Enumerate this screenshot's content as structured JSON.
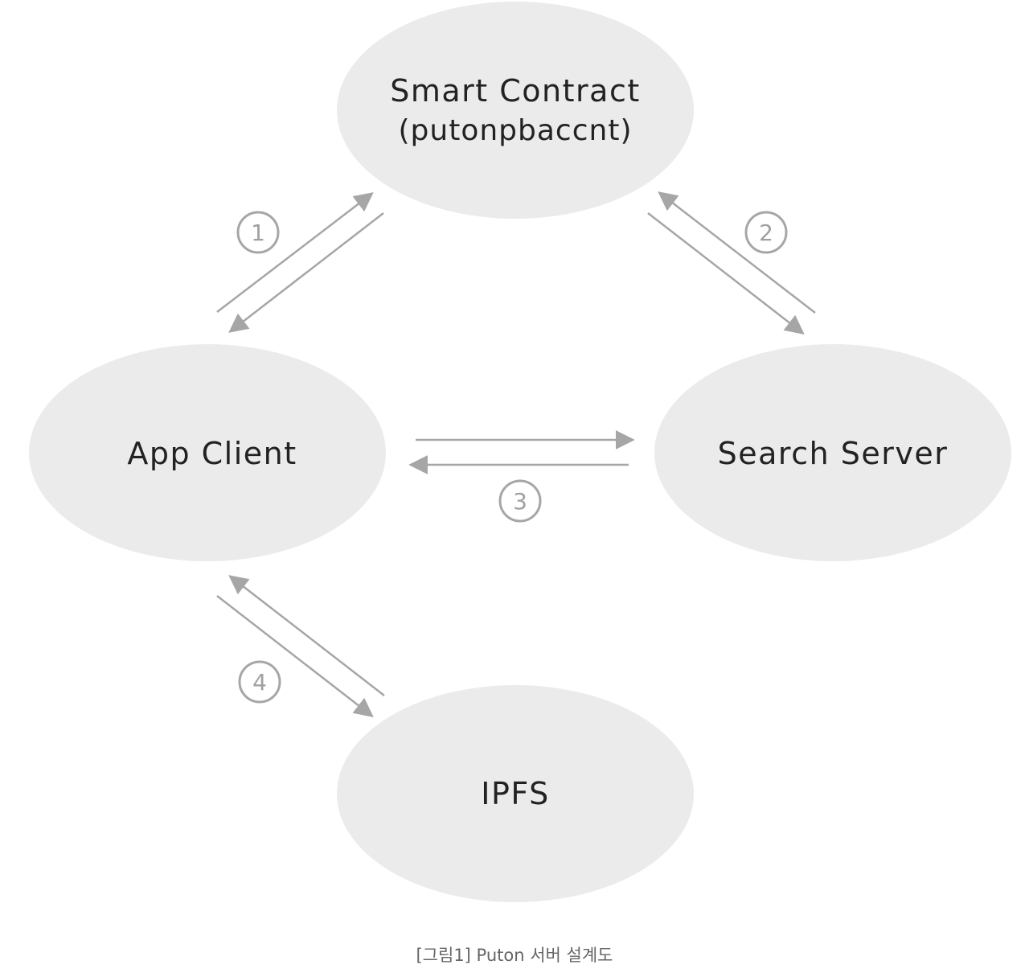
{
  "nodes": {
    "smart_contract": {
      "title": "Smart Contract",
      "subtitle": "(putonpbaccnt)"
    },
    "app_client": {
      "title": "App Client"
    },
    "search_server": {
      "title": "Search Server"
    },
    "ipfs": {
      "title": "IPFS"
    }
  },
  "steps": {
    "s1": "1",
    "s2": "2",
    "s3": "3",
    "s4": "4"
  },
  "caption": "[그림1] Puton 서버 설계도",
  "colors": {
    "node_fill": "#ebebeb",
    "arrow": "#a6a6a6",
    "text": "#222222"
  }
}
